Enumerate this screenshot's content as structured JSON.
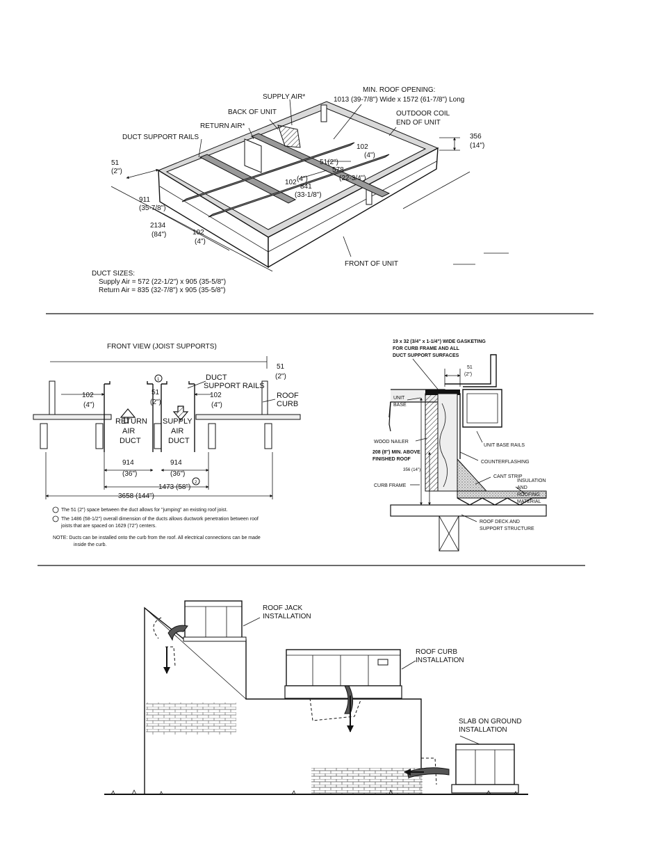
{
  "curb_iso": {
    "supply_air": "SUPPLY AIR*",
    "min_roof_opening_title": "MIN. ROOF OPENING:",
    "min_roof_opening_dims": "1013 (39-7/8\") Wide x 1572 (61-7/8\") Long",
    "back_of_unit": "BACK OF UNIT",
    "outdoor_coil_1": "OUTDOOR COIL",
    "outdoor_coil_2": "END OF UNIT",
    "return_air": "RETURN AIR*",
    "duct_support_rails": "DUCT SUPPORT RAILS",
    "d356_mm": "356",
    "d356_in": "(14\")",
    "d51_mm": "51",
    "d51_in": "(2\")",
    "d102a_mm": "102",
    "d102a_in": "(4\")",
    "d51b": "51(2\")",
    "d578_mm": "578",
    "d578_in": "(22-3/4\")",
    "d102b_mm": "102",
    "d102b_in": "(4\")",
    "d841_mm": "841",
    "d841_in": "(33-1/8\")",
    "d911_mm": "911",
    "d911_in": "(35-7/8\")",
    "d2134_mm": "2134",
    "d2134_in": "(84\")",
    "d102c_mm": "102",
    "d102c_in": "(4\")",
    "front_of_unit": "FRONT OF UNIT",
    "duct_sizes_title": "DUCT SIZES:",
    "duct_supply": "Supply Air = 572 (22-1/2\") x 905 (35-5/8\")",
    "duct_return": "Return Air = 835 (32-7/8\") x 905 (35-5/8\")"
  },
  "front_view": {
    "title": "FRONT VIEW (JOIST SUPPORTS)",
    "d51_mm": "51",
    "d51_in": "(2\")",
    "duct_support_rails_1": "DUCT",
    "duct_support_rails_2": "SUPPORT RAILS",
    "roof_curb_1": "ROOF",
    "roof_curb_2": "CURB",
    "d102l_mm": "102",
    "d102l_in": "(4\")",
    "d51c_mm": "51",
    "d51c_in": "(2\")",
    "d102r_mm": "102",
    "d102r_in": "(4\")",
    "return_1": "RETURN",
    "return_2": "AIR",
    "return_3": "DUCT",
    "supply_1": "SUPPLY",
    "supply_2": "AIR",
    "supply_3": "DUCT",
    "d914a_mm": "914",
    "d914a_in": "(36\")",
    "d914b_mm": "914",
    "d914b_in": "(36\")",
    "d1473": "1473 (58\")",
    "d3658": "3658 (144\")",
    "circle1": "1",
    "circle2": "2",
    "note1": "The 51 (2\") space between the duct allows for \"jumping\" an existing roof joist.",
    "note2a": "The 1486 (58-1/2\") overall dimension of the ducts allows ductwork penetration between roof",
    "note2b": "joists that are spaced on 1629 (72\") centers.",
    "note3a": "NOTE:  Ducts can be installed onto the curb from the roof. All electrical connections can be made",
    "note3b": "inside the curb."
  },
  "section": {
    "gasket_1": "19 x 32 (3/4\" x 1-1/4\") WIDE GASKETING",
    "gasket_2": "FOR CURB FRAME AND ALL",
    "gasket_3": "DUCT SUPPORT SURFACES",
    "d51_mm": "51",
    "d51_in": "(2\")",
    "unit_base_1": "UNIT",
    "unit_base_2": "BASE",
    "wood_nailer": "WOOD NAILER",
    "unit_base_rails": "UNIT BASE RAILS",
    "min208_1": "208 (8\") MIN. ABOVE",
    "min208_2": "FINISHED ROOF",
    "counterflashing": "COUNTERFLASHING",
    "d356": "356 (14\")",
    "cant_strip": "CANT STRIP",
    "curb_frame": "CURB FRAME",
    "insul_1": "INSULATION",
    "insul_2": "AND",
    "insul_3": "ROOFING",
    "insul_4": "MATERIAL",
    "deck_1": "ROOF DECK AND",
    "deck_2": "SUPPORT STRUCTURE"
  },
  "installations": {
    "roof_jack_1": "ROOF JACK",
    "roof_jack_2": "INSTALLATION",
    "roof_curb_1": "ROOF CURB",
    "roof_curb_2": "INSTALLATION",
    "slab_1": "SLAB ON GROUND",
    "slab_2": "INSTALLATION"
  }
}
